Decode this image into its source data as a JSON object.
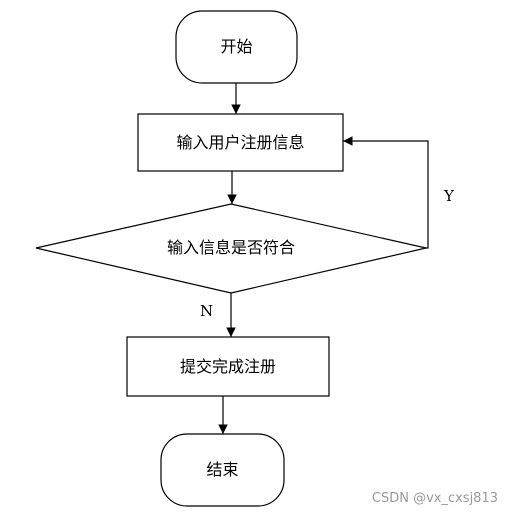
{
  "flowchart": {
    "start_label": "开始",
    "input_label": "输入用户注册信息",
    "decision_label": "输入信息是否符合",
    "submit_label": "提交完成注册",
    "end_label": "结束",
    "yes_label": "Y",
    "no_label": "N"
  },
  "watermark": "CSDN @vx_cxsj813"
}
